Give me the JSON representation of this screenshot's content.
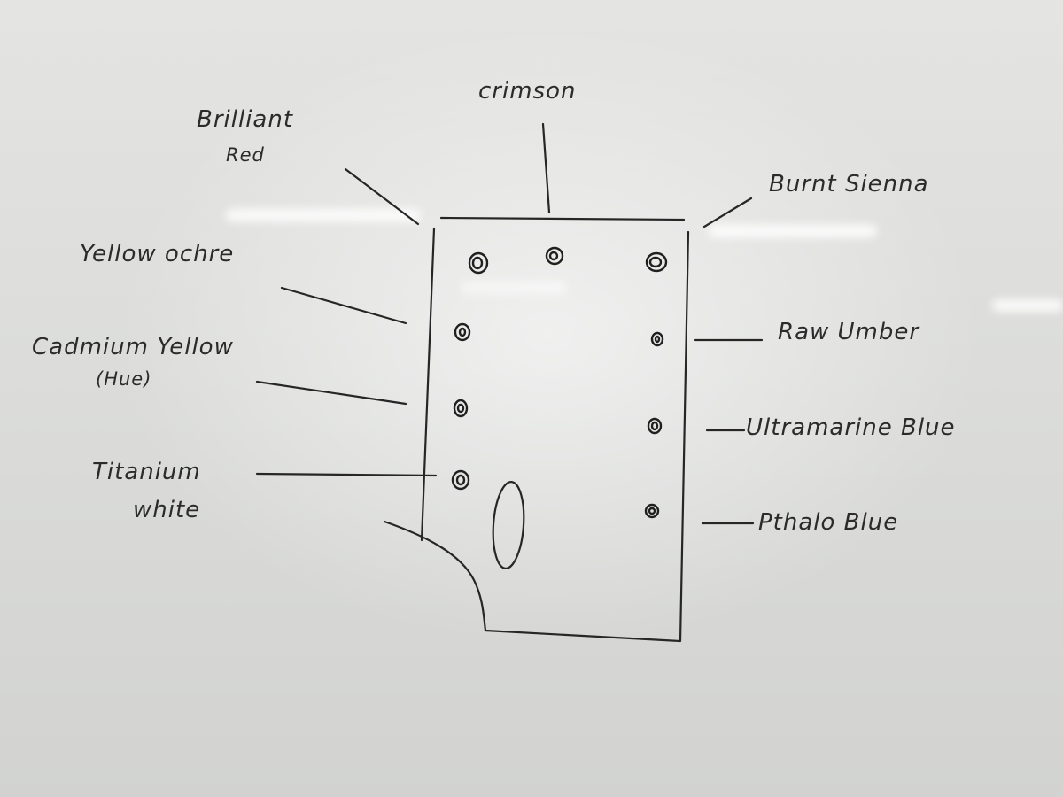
{
  "diagram": {
    "palette_labels": {
      "crimson": "crimson",
      "brilliant_red_line1": "Brilliant",
      "brilliant_red_line2": "Red",
      "burnt_sienna": "Burnt Sienna",
      "yellow_ochre": "Yellow ochre",
      "cadmium_yellow_line1": "Cadmium Yellow",
      "cadmium_yellow_line2": "(Hue)",
      "titanium_white_line1": "Titanium",
      "titanium_white_line2": "white",
      "raw_umber": "Raw Umber",
      "ultramarine_blue": "Ultramarine Blue",
      "phthalo_blue": "Pthalo Blue"
    },
    "ink_color": "#262626",
    "board_color": "#dcdddb"
  }
}
